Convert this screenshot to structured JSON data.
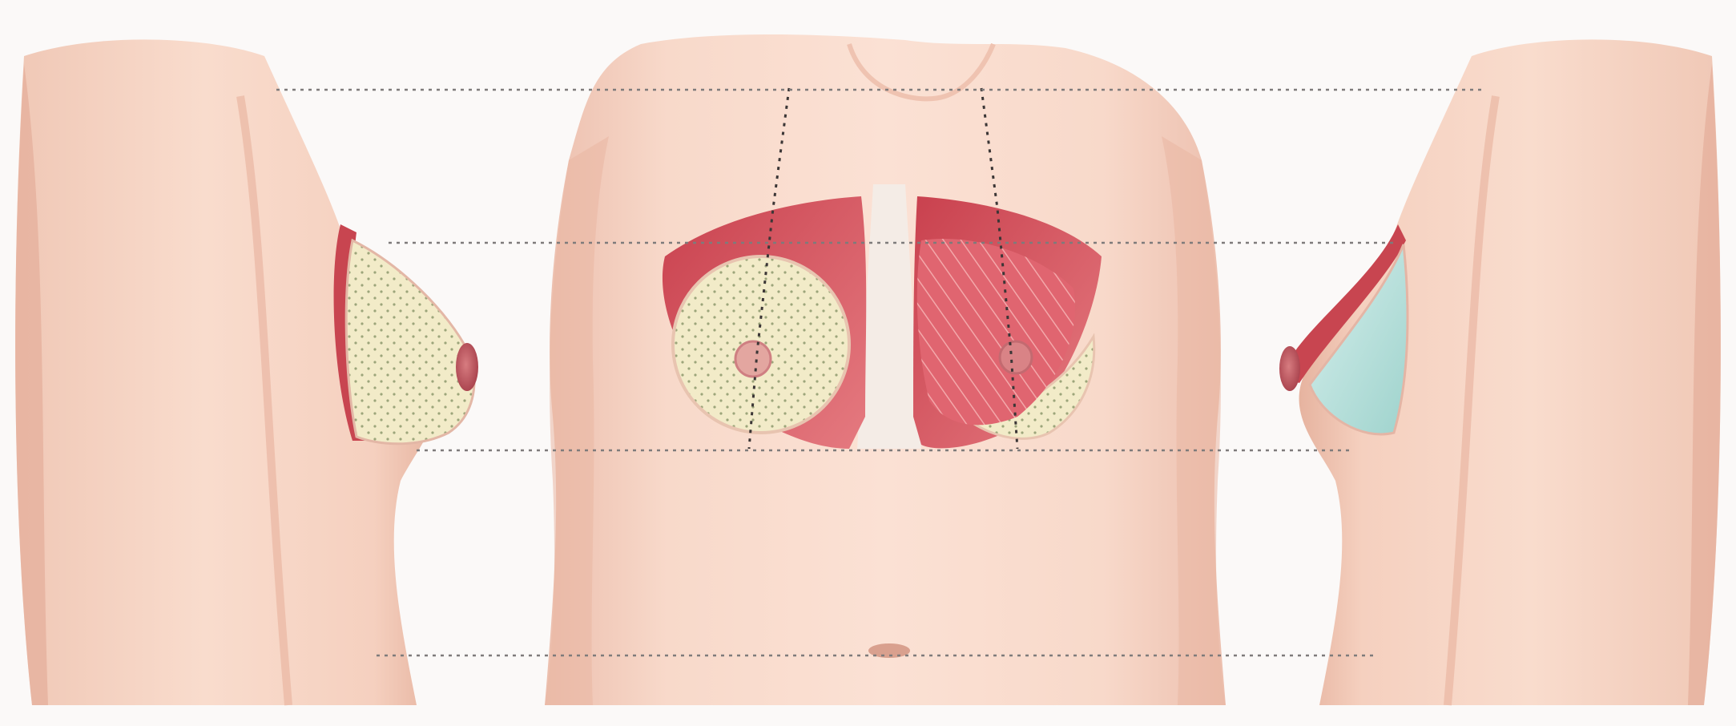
{
  "figure": {
    "views": [
      {
        "id": "left-side-view",
        "implant": "textured-round"
      },
      {
        "id": "front-view",
        "implant": "textured-round",
        "anatomy": "pectoralis-major"
      },
      {
        "id": "right-side-view",
        "implant": "smooth-saline"
      }
    ],
    "reference_lines": 4,
    "vertical_guides": 2,
    "colors": {
      "background": "#fbf9f8",
      "skin": "#f6d3c3",
      "skin_shadow": "#e7b4a0",
      "muscle": "#d9545e",
      "muscle_light": "#eb8a8e",
      "implant_textured": "#f2ebc8",
      "implant_dots": "#9ca57a",
      "implant_saline": "#bfe3df",
      "nipple": "#b8505a",
      "guide_lines": "#7e7b7b"
    }
  }
}
